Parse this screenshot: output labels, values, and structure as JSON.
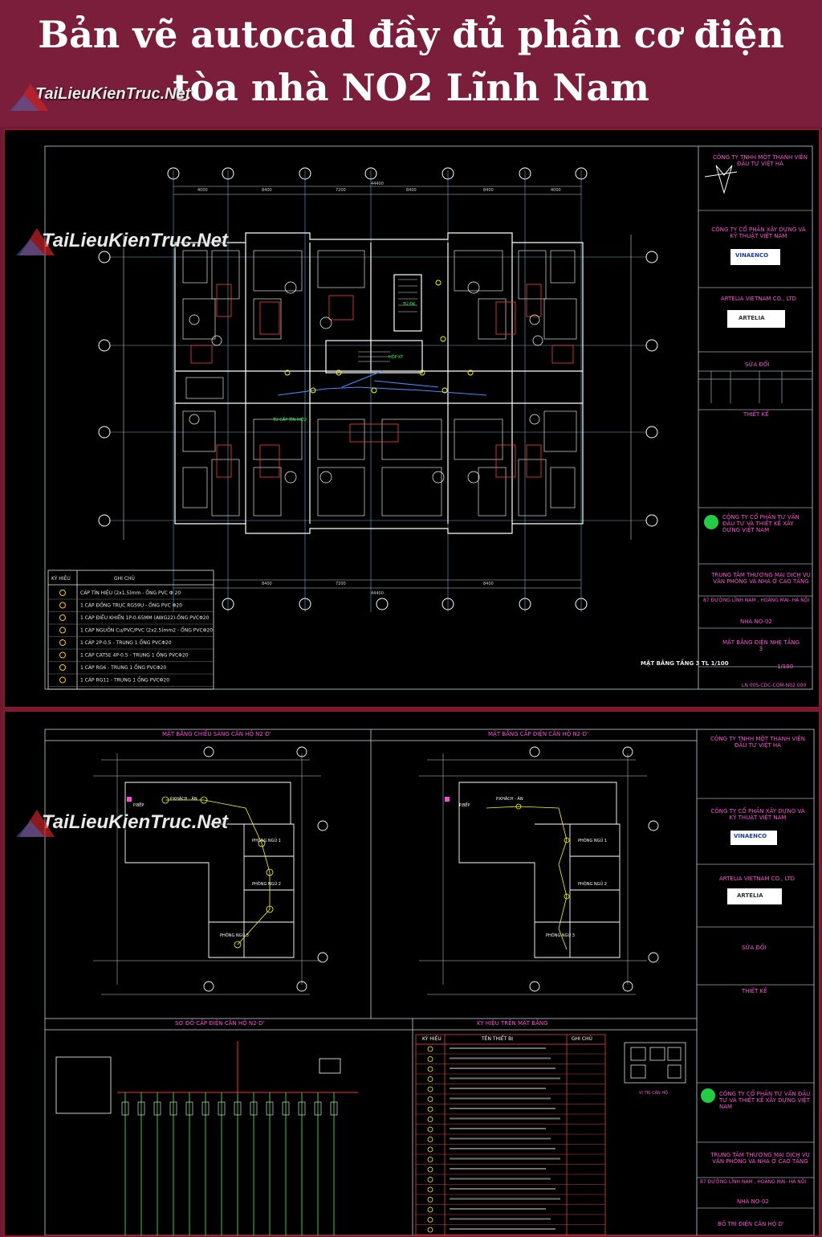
{
  "header": {
    "title_line1": "Bản vẽ autocad đầy đủ phần cơ điện",
    "title_line2": "tòa nhà NO2 Lĩnh Nam"
  },
  "watermark": {
    "text": "TaiLieuKienTruc.Net"
  },
  "sheet1": {
    "legend": {
      "col_symbol": "KÝ HIỆU",
      "col_note": "GHI CHÚ",
      "rows": [
        "CÁP TÍN HIỆU (2x1.5)mm - ỐNG PVC Φ 20",
        "1 CÁP ĐỒNG TRỤC RG59U - ỐNG PVC Φ20",
        "1 CÁP ĐIỀU KHIỂN 1P-0.65MM (AWG22)-ỐNG PVCΦ20",
        "1 CÁP NGUỒN Cu/PVC/PVC (2x2.5)mm2 - ỐNG PVCΦ20",
        "1 CÁP 2P-0.5 - TRUNG 1 ỐNG PVCΦ20",
        "1 CÁP CAT5E 4P-0.5 - TRUNG 1 ỐNG PVCΦ20",
        "1 CÁP RG6 - TRUNG 1 ỐNG PVCΦ20",
        "1 CÁP RG11 - TRUNG 1 ỐNG PVCΦ20"
      ]
    },
    "plan_caption": "MẶT BẰNG TẦNG 3 TL 1/100",
    "title_block": {
      "owner": "CÔNG TY TNHH MỘT THÀNH VIÊN ĐẦU TƯ VIỆT HÀ",
      "contractor": "CÔNG TY CỔ PHẦN XÂY DỰNG VÀ KỸ THUẬT VIỆT NAM",
      "contractor_logo": "VINAENCO",
      "consultant": "ARTELIA VIETNAM CO., LTD",
      "consultant_logo": "ARTELIA",
      "revision": "SỬA ĐỔI",
      "design": "THIẾT KẾ",
      "designer": "CÔNG TY CỔ PHẦN TƯ VẤN ĐẦU TƯ VÀ THIẾT KẾ XÂY DỰNG VIỆT NAM",
      "project": "TRUNG TÂM THƯƠNG MẠI DỊCH VỤ VĂN PHÒNG VÀ NHÀ Ở CAO TẦNG",
      "address": "87 ĐƯỜNG LĨNH NAM , HOÀNG MAI- HÀ NỘI",
      "building": "NHÀ NO-02",
      "drawing": "MẶT BẰNG ĐIỆN NHẸ TẦNG 3",
      "scale": "1/100",
      "drawing_no": "LN 005-CDC-COM-N02.000"
    }
  },
  "sheet2": {
    "plan1_title": "MẶT BẰNG CHIẾU SÁNG CĂN HỘ N2-D'",
    "plan2_title": "MẶT BẰNG CẤP ĐIỆN CĂN HỘ N2-D'",
    "diagram_title": "SƠ ĐỒ CẤP ĐIỆN CĂN HỘ N2-D'",
    "symbols_title": "KÝ HIỆU TRÊN MẶT BẰNG",
    "symbols_cols": [
      "KÝ HIỆU",
      "TÊN THIẾT BỊ",
      "GHI CHÚ"
    ],
    "keyplan_caption": "VỊ TRÍ CĂN HỘ",
    "rooms": [
      "P.KHÁCH - ĂN",
      "P.BẾP",
      "PHÒNG NGỦ 1",
      "PHÒNG NGỦ 2",
      "PHÒNG NGỦ 3"
    ],
    "title_block": {
      "owner": "CÔNG TY TNHH MỘT THÀNH VIÊN ĐẦU TƯ VIỆT HÀ",
      "contractor": "CÔNG TY CỔ PHẦN XÂY DỰNG VÀ KỸ THUẬT VIỆT NAM",
      "contractor_logo": "VINAENCO",
      "consultant": "ARTELIA VIETNAM CO., LTD",
      "consultant_logo": "ARTELIA",
      "revision": "SỬA ĐỔI",
      "design": "THIẾT KẾ",
      "designer": "CÔNG TY CỔ PHẦN TƯ VẤN ĐẦU TƯ VÀ THIẾT KẾ XÂY DỰNG VIỆT NAM",
      "project": "TRUNG TÂM THƯƠNG MẠI DỊCH VỤ VĂN PHÒNG VÀ NHÀ Ở CAO TẦNG",
      "address": "87 ĐƯỜNG LĨNH NAM , HOÀNG MAI- HÀ NỘI",
      "building": "NHÀ NO-02",
      "drawing": "BỐ TRÍ ĐIỆN CĂN HỘ D'"
    }
  },
  "colors": {
    "banner": "#7a1e3b",
    "cad_bg": "#000000",
    "wall": "#ffffff",
    "furniture": "#ff3b3b",
    "dimension": "#9ff3ff",
    "electrical": "#ffff00",
    "title_block_text": "#ff4fd8"
  }
}
